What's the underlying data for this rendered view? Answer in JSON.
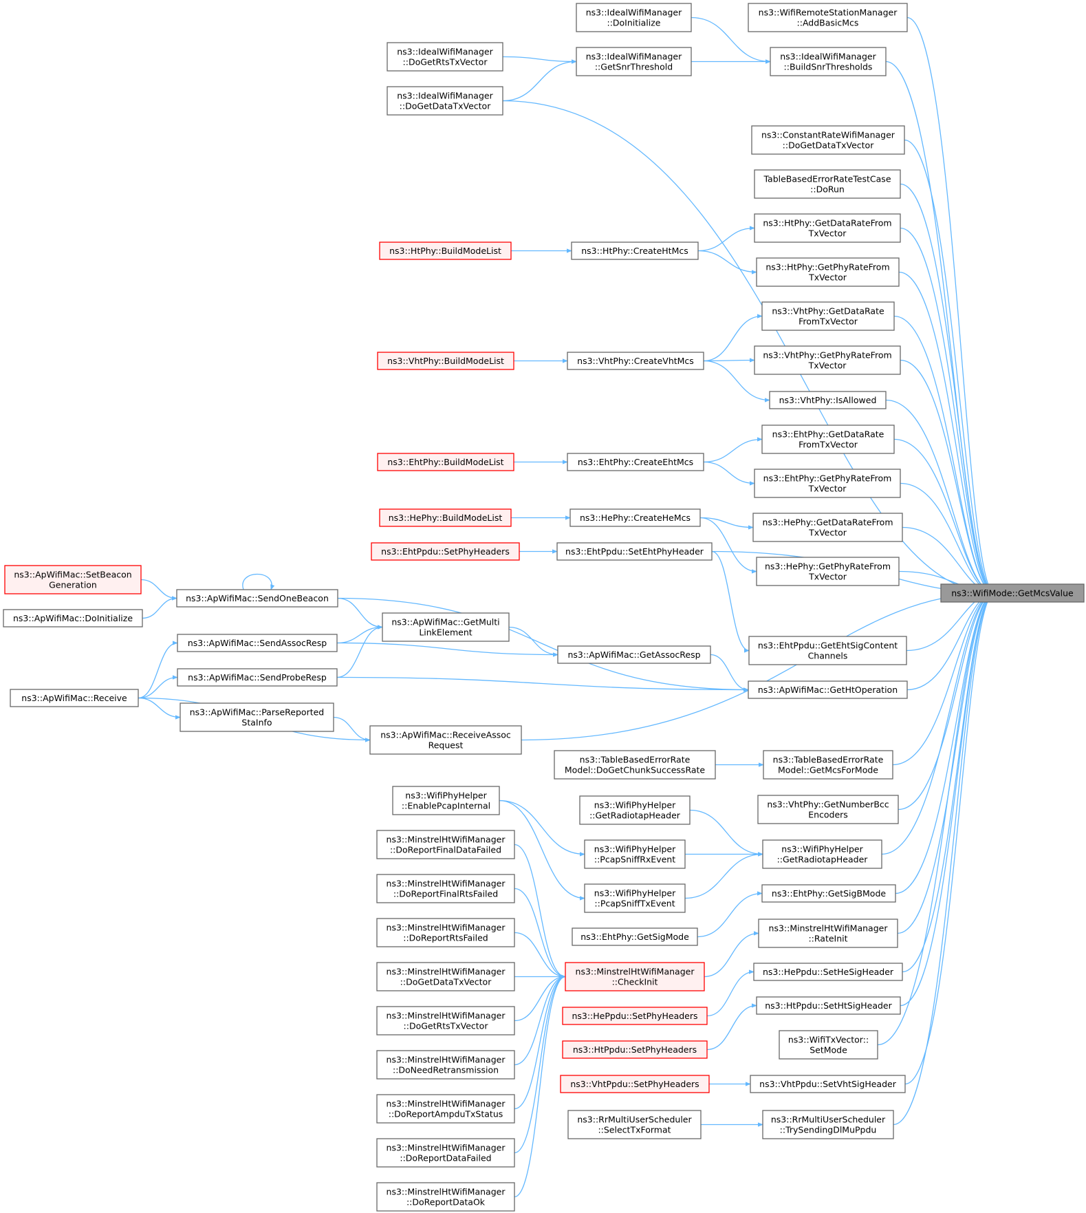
{
  "diagram_title": "",
  "colors": {
    "edge": "#63b8ff",
    "node_border": "#666666",
    "node_fill": "#ffffff",
    "focus_fill": "#999999",
    "focus_border": "#666666",
    "truncated_border": "#ff0000",
    "truncated_fill": "#fff0f0"
  },
  "nodes": [
    {
      "id": "getmcs",
      "lines": [
        "ns3::WifiMode::GetMcsValue"
      ],
      "style": "focus"
    },
    {
      "id": "doinit_ideal",
      "lines": [
        "ns3::IdealWifiManager",
        "::DoInitialize"
      ],
      "style": "normal"
    },
    {
      "id": "addbasic",
      "lines": [
        "ns3::WifiRemoteStationManager",
        "::AddBasicMcs"
      ],
      "style": "normal"
    },
    {
      "id": "dogetrts_ideal",
      "lines": [
        "ns3::IdealWifiManager",
        "::DoGetRtsTxVector"
      ],
      "style": "normal"
    },
    {
      "id": "getsnr",
      "lines": [
        "ns3::IdealWifiManager",
        "::GetSnrThreshold"
      ],
      "style": "normal"
    },
    {
      "id": "buildsnr",
      "lines": [
        "ns3::IdealWifiManager",
        "::BuildSnrThresholds"
      ],
      "style": "normal"
    },
    {
      "id": "dogetdata_ideal",
      "lines": [
        "ns3::IdealWifiManager",
        "::DoGetDataTxVector"
      ],
      "style": "normal"
    },
    {
      "id": "constrate",
      "lines": [
        "ns3::ConstantRateWifiManager",
        "::DoGetDataTxVector"
      ],
      "style": "normal"
    },
    {
      "id": "tablerun",
      "lines": [
        "TableBasedErrorRateTestCase",
        "::DoRun"
      ],
      "style": "normal"
    },
    {
      "id": "ht_build",
      "lines": [
        "ns3::HtPhy::BuildModeList"
      ],
      "style": "truncated"
    },
    {
      "id": "ht_create",
      "lines": [
        "ns3::HtPhy::CreateHtMcs"
      ],
      "style": "normal"
    },
    {
      "id": "ht_getdata",
      "lines": [
        "ns3::HtPhy::GetDataRateFrom",
        "TxVector"
      ],
      "style": "normal"
    },
    {
      "id": "ht_getphy",
      "lines": [
        "ns3::HtPhy::GetPhyRateFrom",
        "TxVector"
      ],
      "style": "normal"
    },
    {
      "id": "vht_getdata",
      "lines": [
        "ns3::VhtPhy::GetDataRate",
        "FromTxVector"
      ],
      "style": "normal"
    },
    {
      "id": "vht_build",
      "lines": [
        "ns3::VhtPhy::BuildModeList"
      ],
      "style": "truncated"
    },
    {
      "id": "vht_create",
      "lines": [
        "ns3::VhtPhy::CreateVhtMcs"
      ],
      "style": "normal"
    },
    {
      "id": "vht_getphy",
      "lines": [
        "ns3::VhtPhy::GetPhyRateFrom",
        "TxVector"
      ],
      "style": "normal"
    },
    {
      "id": "vht_allowed",
      "lines": [
        "ns3::VhtPhy::IsAllowed"
      ],
      "style": "normal"
    },
    {
      "id": "eht_getdata",
      "lines": [
        "ns3::EhtPhy::GetDataRate",
        "FromTxVector"
      ],
      "style": "normal"
    },
    {
      "id": "eht_build",
      "lines": [
        "ns3::EhtPhy::BuildModeList"
      ],
      "style": "truncated"
    },
    {
      "id": "eht_create",
      "lines": [
        "ns3::EhtPhy::CreateEhtMcs"
      ],
      "style": "normal"
    },
    {
      "id": "eht_getphy",
      "lines": [
        "ns3::EhtPhy::GetPhyRateFrom",
        "TxVector"
      ],
      "style": "normal"
    },
    {
      "id": "he_build",
      "lines": [
        "ns3::HePhy::BuildModeList"
      ],
      "style": "truncated"
    },
    {
      "id": "he_create",
      "lines": [
        "ns3::HePhy::CreateHeMcs"
      ],
      "style": "normal"
    },
    {
      "id": "he_getdata",
      "lines": [
        "ns3::HePhy::GetDataRateFrom",
        "TxVector"
      ],
      "style": "normal"
    },
    {
      "id": "ehtppdu_setphy",
      "lines": [
        "ns3::EhtPpdu::SetPhyHeaders"
      ],
      "style": "truncated"
    },
    {
      "id": "ehtppdu_seteht",
      "lines": [
        "ns3::EhtPpdu::SetEhtPhyHeader"
      ],
      "style": "normal"
    },
    {
      "id": "he_getphy",
      "lines": [
        "ns3::HePhy::GetPhyRateFrom",
        "TxVector"
      ],
      "style": "normal"
    },
    {
      "id": "ap_setbeacon",
      "lines": [
        "ns3::ApWifiMac::SetBeacon",
        "Generation"
      ],
      "style": "truncated"
    },
    {
      "id": "ap_sendbeacon",
      "lines": [
        "ns3::ApWifiMac::SendOneBeacon"
      ],
      "style": "normal"
    },
    {
      "id": "ap_doinit",
      "lines": [
        "ns3::ApWifiMac::DoInitialize"
      ],
      "style": "normal"
    },
    {
      "id": "ap_getmulti",
      "lines": [
        "ns3::ApWifiMac::GetMulti",
        "LinkElement"
      ],
      "style": "normal"
    },
    {
      "id": "ehtppdu_getsig",
      "lines": [
        "ns3::EhtPpdu::GetEhtSigContent",
        "Channels"
      ],
      "style": "normal"
    },
    {
      "id": "ap_sendassoc",
      "lines": [
        "ns3::ApWifiMac::SendAssocResp"
      ],
      "style": "normal"
    },
    {
      "id": "ap_getassoc",
      "lines": [
        "ns3::ApWifiMac::GetAssocResp"
      ],
      "style": "normal"
    },
    {
      "id": "ap_receive",
      "lines": [
        "ns3::ApWifiMac::Receive"
      ],
      "style": "normal"
    },
    {
      "id": "ap_sendprobe",
      "lines": [
        "ns3::ApWifiMac::SendProbeResp"
      ],
      "style": "normal"
    },
    {
      "id": "ap_getht",
      "lines": [
        "ns3::ApWifiMac::GetHtOperation"
      ],
      "style": "normal"
    },
    {
      "id": "ap_parse",
      "lines": [
        "ns3::ApWifiMac::ParseReported",
        "StaInfo"
      ],
      "style": "normal"
    },
    {
      "id": "ap_recvassoc",
      "lines": [
        "ns3::ApWifiMac::ReceiveAssoc",
        "Request"
      ],
      "style": "normal"
    },
    {
      "id": "tber_chunk",
      "lines": [
        "ns3::TableBasedErrorRate",
        "Model::DoGetChunkSuccessRate"
      ],
      "style": "normal"
    },
    {
      "id": "tber_getmcs",
      "lines": [
        "ns3::TableBasedErrorRate",
        "Model::GetMcsForMode"
      ],
      "style": "normal"
    },
    {
      "id": "wph_enable",
      "lines": [
        "ns3::WifiPhyHelper",
        "::EnablePcapInternal"
      ],
      "style": "normal"
    },
    {
      "id": "wph_radio1",
      "lines": [
        "ns3::WifiPhyHelper",
        "::GetRadiotapHeader"
      ],
      "style": "normal"
    },
    {
      "id": "vht_numbcc",
      "lines": [
        "ns3::VhtPhy::GetNumberBcc",
        "Encoders"
      ],
      "style": "normal"
    },
    {
      "id": "mm_finaldata",
      "lines": [
        "ns3::MinstrelHtWifiManager",
        "::DoReportFinalDataFailed"
      ],
      "style": "normal"
    },
    {
      "id": "wph_rx",
      "lines": [
        "ns3::WifiPhyHelper",
        "::PcapSniffRxEvent"
      ],
      "style": "normal"
    },
    {
      "id": "wph_radio2",
      "lines": [
        "ns3::WifiPhyHelper",
        "::GetRadiotapHeader"
      ],
      "style": "normal"
    },
    {
      "id": "mm_finalrts",
      "lines": [
        "ns3::MinstrelHtWifiManager",
        "::DoReportFinalRtsFailed"
      ],
      "style": "normal"
    },
    {
      "id": "wph_tx",
      "lines": [
        "ns3::WifiPhyHelper",
        "::PcapSniffTxEvent"
      ],
      "style": "normal"
    },
    {
      "id": "eht_getsigb",
      "lines": [
        "ns3::EhtPhy::GetSigBMode"
      ],
      "style": "normal"
    },
    {
      "id": "mm_rtsfailed",
      "lines": [
        "ns3::MinstrelHtWifiManager",
        "::DoReportRtsFailed"
      ],
      "style": "normal"
    },
    {
      "id": "eht_getsig",
      "lines": [
        "ns3::EhtPhy::GetSigMode"
      ],
      "style": "normal"
    },
    {
      "id": "mm_rateinit",
      "lines": [
        "ns3::MinstrelHtWifiManager",
        "::RateInit"
      ],
      "style": "normal"
    },
    {
      "id": "mm_dogetdata",
      "lines": [
        "ns3::MinstrelHtWifiManager",
        "::DoGetDataTxVector"
      ],
      "style": "normal"
    },
    {
      "id": "mm_checkinit",
      "lines": [
        "ns3::MinstrelHtWifiManager",
        "::CheckInit"
      ],
      "style": "truncated"
    },
    {
      "id": "heppdu_setsig",
      "lines": [
        "ns3::HePpdu::SetHeSigHeader"
      ],
      "style": "normal"
    },
    {
      "id": "mm_dogetrts",
      "lines": [
        "ns3::MinstrelHtWifiManager",
        "::DoGetRtsTxVector"
      ],
      "style": "normal"
    },
    {
      "id": "heppdu_setphy",
      "lines": [
        "ns3::HePpdu::SetPhyHeaders"
      ],
      "style": "truncated"
    },
    {
      "id": "htppdu_setsig",
      "lines": [
        "ns3::HtPpdu::SetHtSigHeader"
      ],
      "style": "normal"
    },
    {
      "id": "htppdu_setphy",
      "lines": [
        "ns3::HtPpdu::SetPhyHeaders"
      ],
      "style": "truncated"
    },
    {
      "id": "mm_needretrans",
      "lines": [
        "ns3::MinstrelHtWifiManager",
        "::DoNeedRetransmission"
      ],
      "style": "normal"
    },
    {
      "id": "txvec_setmode",
      "lines": [
        "ns3::WifiTxVector::",
        "SetMode"
      ],
      "style": "normal"
    },
    {
      "id": "vhtppdu_setphy",
      "lines": [
        "ns3::VhtPpdu::SetPhyHeaders"
      ],
      "style": "truncated"
    },
    {
      "id": "vhtppdu_setsig",
      "lines": [
        "ns3::VhtPpdu::SetVhtSigHeader"
      ],
      "style": "normal"
    },
    {
      "id": "mm_ampdu",
      "lines": [
        "ns3::MinstrelHtWifiManager",
        "::DoReportAmpduTxStatus"
      ],
      "style": "normal"
    },
    {
      "id": "rr_select",
      "lines": [
        "ns3::RrMultiUserScheduler",
        "::SelectTxFormat"
      ],
      "style": "normal"
    },
    {
      "id": "rr_try",
      "lines": [
        "ns3::RrMultiUserScheduler",
        "::TrySendingDlMuPpdu"
      ],
      "style": "normal"
    },
    {
      "id": "mm_datafailed",
      "lines": [
        "ns3::MinstrelHtWifiManager",
        "::DoReportDataFailed"
      ],
      "style": "normal"
    },
    {
      "id": "mm_dataok",
      "lines": [
        "ns3::MinstrelHtWifiManager",
        "::DoReportDataOk"
      ],
      "style": "normal"
    }
  ],
  "edges": [
    [
      "doinit_ideal",
      "buildsnr"
    ],
    [
      "dogetrts_ideal",
      "getsnr"
    ],
    [
      "getsnr",
      "buildsnr"
    ],
    [
      "dogetdata_ideal",
      "getsnr"
    ],
    [
      "buildsnr",
      "getmcs"
    ],
    [
      "addbasic",
      "getmcs"
    ],
    [
      "dogetdata_ideal",
      "getmcs"
    ],
    [
      "constrate",
      "getmcs"
    ],
    [
      "tablerun",
      "getmcs"
    ],
    [
      "ht_build",
      "ht_create"
    ],
    [
      "ht_create",
      "ht_getdata"
    ],
    [
      "ht_create",
      "ht_getphy"
    ],
    [
      "ht_getdata",
      "getmcs"
    ],
    [
      "ht_getphy",
      "getmcs"
    ],
    [
      "vht_build",
      "vht_create"
    ],
    [
      "vht_create",
      "vht_getdata"
    ],
    [
      "vht_create",
      "vht_getphy"
    ],
    [
      "vht_create",
      "vht_allowed"
    ],
    [
      "vht_getdata",
      "getmcs"
    ],
    [
      "vht_getphy",
      "getmcs"
    ],
    [
      "vht_allowed",
      "getmcs"
    ],
    [
      "eht_build",
      "eht_create"
    ],
    [
      "eht_create",
      "eht_getdata"
    ],
    [
      "eht_create",
      "eht_getphy"
    ],
    [
      "eht_getdata",
      "getmcs"
    ],
    [
      "eht_getphy",
      "getmcs"
    ],
    [
      "he_build",
      "he_create"
    ],
    [
      "he_create",
      "he_getdata"
    ],
    [
      "he_create",
      "he_getphy"
    ],
    [
      "he_getdata",
      "getmcs"
    ],
    [
      "he_getphy",
      "getmcs"
    ],
    [
      "ehtppdu_setphy",
      "ehtppdu_seteht"
    ],
    [
      "ehtppdu_seteht",
      "getmcs"
    ],
    [
      "ehtppdu_seteht",
      "ehtppdu_getsig"
    ],
    [
      "ehtppdu_getsig",
      "getmcs"
    ],
    [
      "ap_setbeacon",
      "ap_sendbeacon"
    ],
    [
      "ap_doinit",
      "ap_sendbeacon"
    ],
    [
      "ap_sendbeacon",
      "ap_sendbeacon"
    ],
    [
      "ap_sendbeacon",
      "ap_getmulti"
    ],
    [
      "ap_sendbeacon",
      "ap_getht"
    ],
    [
      "ap_sendassoc",
      "ap_getmulti"
    ],
    [
      "ap_sendprobe",
      "ap_getmulti"
    ],
    [
      "ap_getmulti",
      "ap_getassoc"
    ],
    [
      "ap_sendassoc",
      "ap_getassoc"
    ],
    [
      "ap_getassoc",
      "ap_getht"
    ],
    [
      "ap_sendprobe",
      "ap_getht"
    ],
    [
      "ap_getht",
      "getmcs"
    ],
    [
      "ap_receive",
      "ap_sendassoc"
    ],
    [
      "ap_receive",
      "ap_sendprobe"
    ],
    [
      "ap_receive",
      "ap_parse"
    ],
    [
      "ap_receive",
      "ap_recvassoc"
    ],
    [
      "ap_parse",
      "ap_recvassoc"
    ],
    [
      "ap_recvassoc",
      "getmcs"
    ],
    [
      "tber_chunk",
      "tber_getmcs"
    ],
    [
      "tber_getmcs",
      "getmcs"
    ],
    [
      "wph_enable",
      "wph_rx"
    ],
    [
      "wph_enable",
      "wph_tx"
    ],
    [
      "wph_radio1",
      "wph_radio2"
    ],
    [
      "wph_rx",
      "wph_radio2"
    ],
    [
      "wph_tx",
      "wph_radio2"
    ],
    [
      "wph_radio2",
      "getmcs"
    ],
    [
      "vht_numbcc",
      "getmcs"
    ],
    [
      "eht_getsig",
      "eht_getsigb"
    ],
    [
      "eht_getsigb",
      "getmcs"
    ],
    [
      "mm_finaldata",
      "mm_checkinit"
    ],
    [
      "mm_finalrts",
      "mm_checkinit"
    ],
    [
      "mm_rtsfailed",
      "mm_checkinit"
    ],
    [
      "mm_dogetdata",
      "mm_checkinit"
    ],
    [
      "mm_dogetrts",
      "mm_checkinit"
    ],
    [
      "mm_needretrans",
      "mm_checkinit"
    ],
    [
      "mm_ampdu",
      "mm_checkinit"
    ],
    [
      "mm_datafailed",
      "mm_checkinit"
    ],
    [
      "mm_dataok",
      "mm_checkinit"
    ],
    [
      "mm_checkinit",
      "mm_rateinit"
    ],
    [
      "mm_rateinit",
      "getmcs"
    ],
    [
      "heppdu_setphy",
      "heppdu_setsig"
    ],
    [
      "heppdu_setsig",
      "getmcs"
    ],
    [
      "htppdu_setphy",
      "htppdu_setsig"
    ],
    [
      "htppdu_setsig",
      "getmcs"
    ],
    [
      "txvec_setmode",
      "getmcs"
    ],
    [
      "vhtppdu_setphy",
      "vhtppdu_setsig"
    ],
    [
      "vhtppdu_setsig",
      "getmcs"
    ],
    [
      "rr_select",
      "rr_try"
    ],
    [
      "rr_try",
      "getmcs"
    ]
  ]
}
